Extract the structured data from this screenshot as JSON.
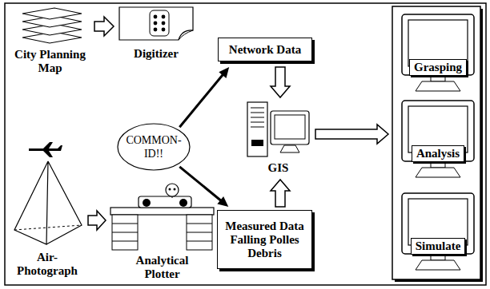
{
  "diagram": {
    "nodes": [
      {
        "text": [
          "City Planning Map"
        ]
      },
      {
        "text": [
          "Digitizer"
        ]
      },
      {
        "text": [
          "COMMON-ID!!"
        ]
      },
      {
        "text": [
          "Network Data"
        ]
      },
      {
        "text": [
          "GIS"
        ]
      },
      {
        "text": [
          "Measured Data Falling Polles Debris"
        ]
      },
      {
        "text": [
          "Air-Photograph"
        ]
      },
      {
        "text": [
          "Analytical Plotter"
        ]
      },
      {
        "text": [
          "Grasping"
        ]
      },
      {
        "text": [
          "Analysis"
        ]
      },
      {
        "text": [
          "Simulate"
        ]
      }
    ],
    "edges": [
      {
        "from": 0,
        "to": 1,
        "arrow": "to"
      },
      {
        "from": 6,
        "to": 7,
        "arrow": "to"
      },
      {
        "from": 2,
        "to": 3,
        "arrow": "to"
      },
      {
        "from": 2,
        "to": 5,
        "arrow": "to"
      },
      {
        "from": 3,
        "to": 4,
        "arrow": "to"
      },
      {
        "from": 5,
        "to": 4,
        "arrow": "to"
      },
      {
        "from": 4,
        "to": 9,
        "arrow": "to"
      }
    ]
  }
}
